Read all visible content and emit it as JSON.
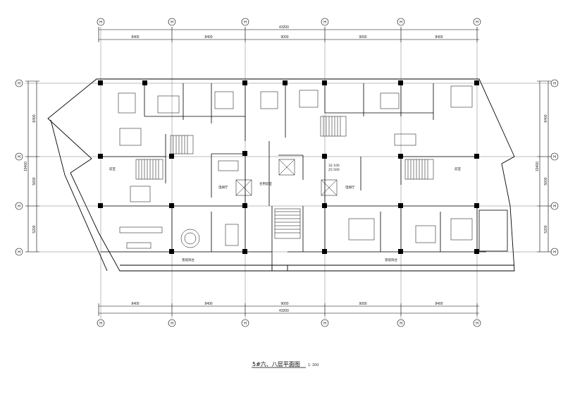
{
  "drawing": {
    "title": "5#六、八层平面图",
    "scale": "1: 200",
    "overall_width": "43200",
    "overall_height": "19400",
    "top_spans": [
      "8400",
      "8400",
      "9000",
      "9000",
      "8400"
    ],
    "bottom_spans": [
      "8400",
      "8400",
      "9000",
      "9000",
      "8400"
    ],
    "side_spans": [
      "8400",
      "5600",
      "5200"
    ],
    "axis_labels": [
      "H",
      "H",
      "H",
      "H",
      "H",
      "H"
    ],
    "row_labels": [
      "H",
      "H",
      "H",
      "H"
    ],
    "rooms": [
      {
        "id": "living-left",
        "label": "前室"
      },
      {
        "id": "living-right",
        "label": "前室"
      },
      {
        "id": "lobby-left",
        "label": "电梯厅"
      },
      {
        "id": "lobby-center",
        "label": "合用前室"
      },
      {
        "id": "lobby-right",
        "label": "电梯厅"
      },
      {
        "id": "balcony-left",
        "label": "景观阳台"
      },
      {
        "id": "balcony-right",
        "label": "景观阳台"
      }
    ],
    "level_marks": [
      "32.100",
      "25.500"
    ]
  }
}
